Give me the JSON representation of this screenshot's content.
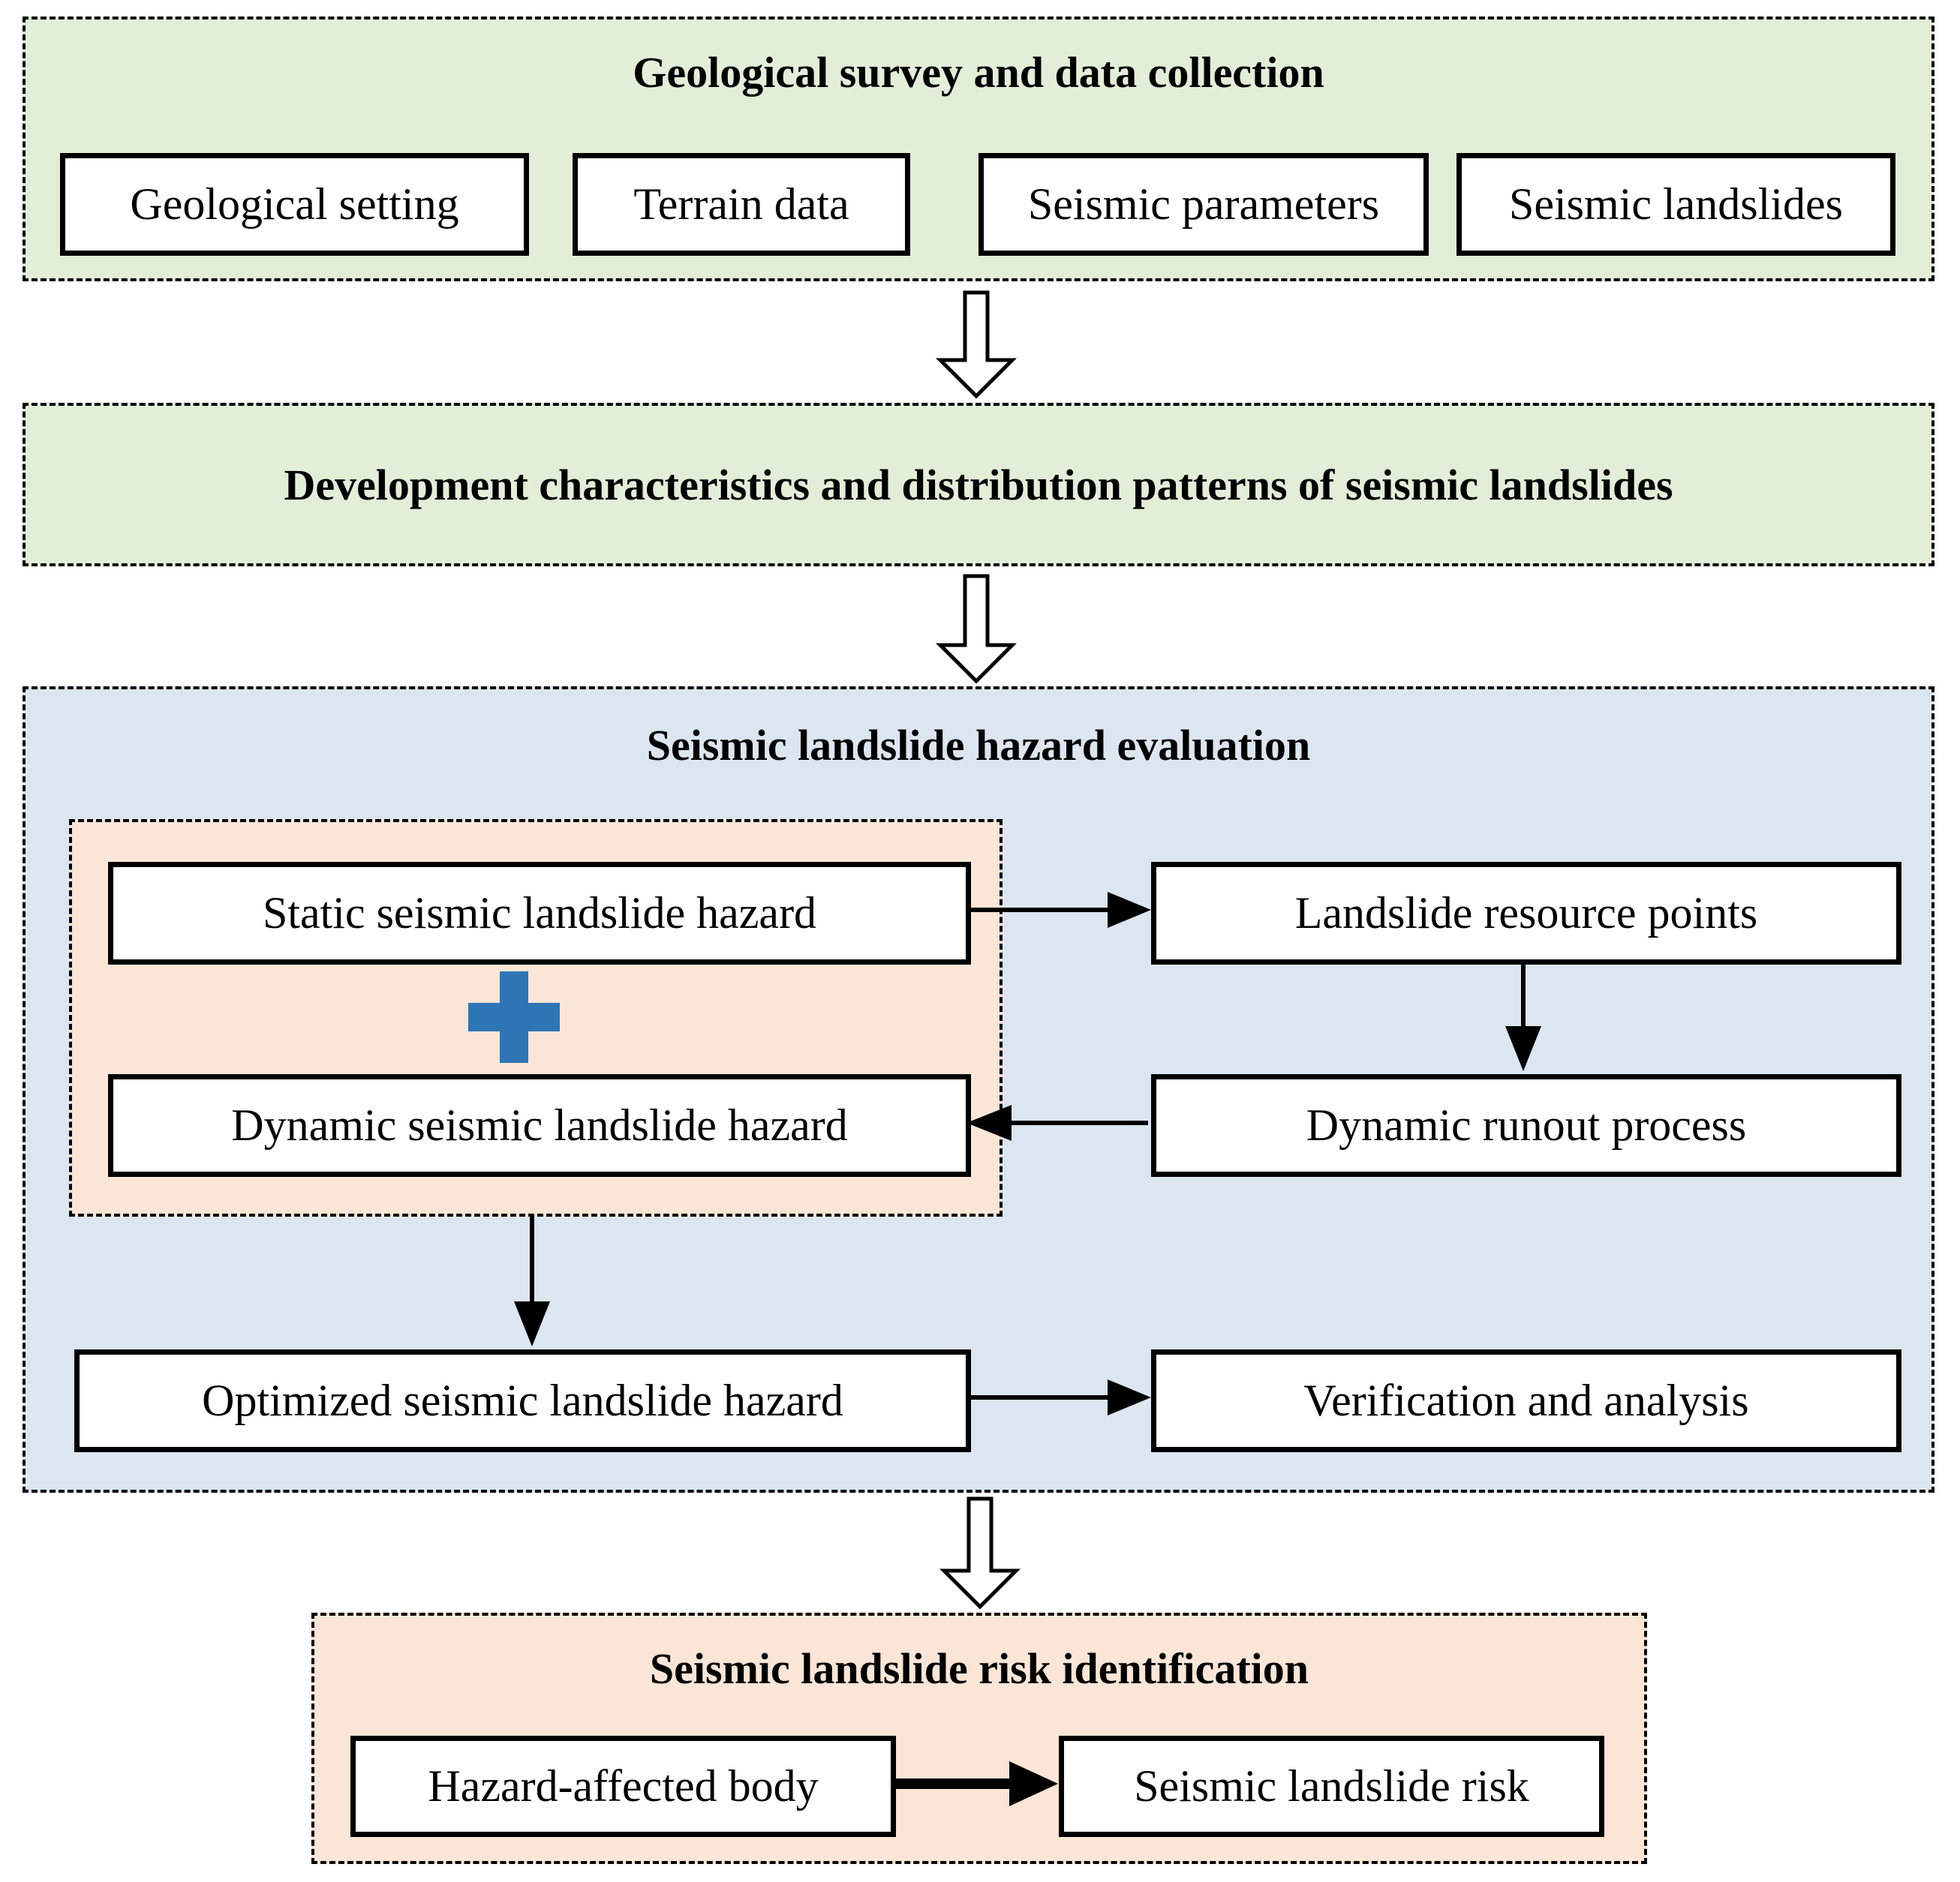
{
  "colors": {
    "green": "#e3eed9",
    "blue": "#dce6f1",
    "peach": "#fbe5d6",
    "plus-blue": "#2e75b6",
    "line-black": "#000000",
    "box-white": "#ffffff"
  },
  "sections": {
    "survey": {
      "title": "Geological survey and data collection",
      "items": [
        "Geological setting",
        "Terrain data",
        "Seismic parameters",
        "Seismic landslides"
      ]
    },
    "development": {
      "title": "Development characteristics and distribution patterns of seismic landslides"
    },
    "hazard": {
      "title": "Seismic landslide hazard evaluation",
      "static_box": "Static seismic landslide hazard",
      "plus_symbol": "+",
      "dynamic_box": "Dynamic seismic landslide hazard",
      "resource_box": "Landslide resource points",
      "runout_box": "Dynamic runout process",
      "optimized_box": "Optimized seismic landslide hazard",
      "verification_box": "Verification and analysis"
    },
    "risk": {
      "title": "Seismic landslide risk identification",
      "affected_box": "Hazard-affected body",
      "risk_box": "Seismic landslide risk"
    }
  }
}
